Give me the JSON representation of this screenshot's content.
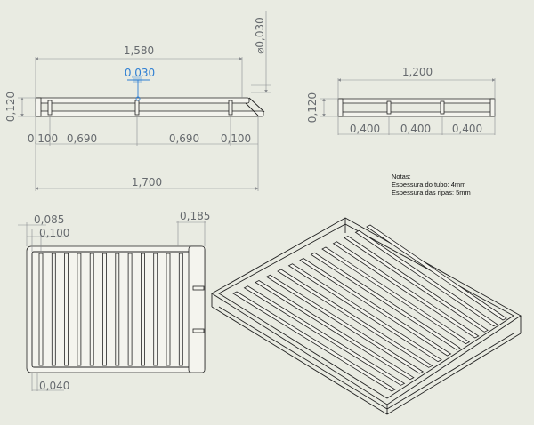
{
  "front_view": {
    "dims": {
      "overall_top": "1,580",
      "height": "0,120",
      "tube_dia": "0,030",
      "tube_selected": "0,030",
      "seg1": "0,100",
      "seg2": "0,690",
      "seg3": "0,690",
      "seg4": "0,100",
      "overall_bottom": "1,700"
    }
  },
  "side_view": {
    "dims": {
      "width": "1,200",
      "height": "0,120",
      "seg1": "0,400",
      "seg2": "0,400",
      "seg3": "0,400"
    }
  },
  "notes": {
    "title": "Notas:",
    "line1": "Espessura do tubo: 4mm",
    "line2": "Espessura das ripas: 5mm"
  },
  "top_view": {
    "dims": {
      "d1": "0,085",
      "d2": "0,100",
      "d3": "0,185",
      "d4": "0,040"
    }
  }
}
